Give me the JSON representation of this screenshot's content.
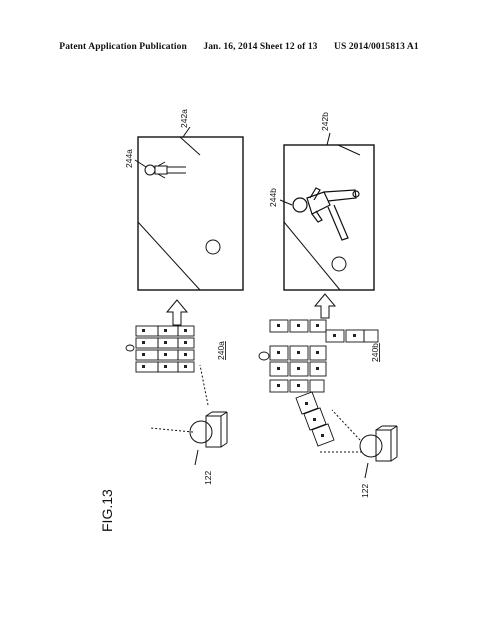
{
  "header": {
    "publication": "Patent Application Publication",
    "date_sheet": "Jan. 16, 2014  Sheet 12 of 13",
    "pub_number": "US 2014/0015813 A1"
  },
  "figure": {
    "title": "FIG.13",
    "labels": {
      "camera_top": "122",
      "camera_bottom": "122",
      "object_a": "240a",
      "object_b": "240b",
      "screen_a": "242a",
      "screen_b": "242b",
      "character_a": "244a",
      "character_b": "244b"
    }
  }
}
